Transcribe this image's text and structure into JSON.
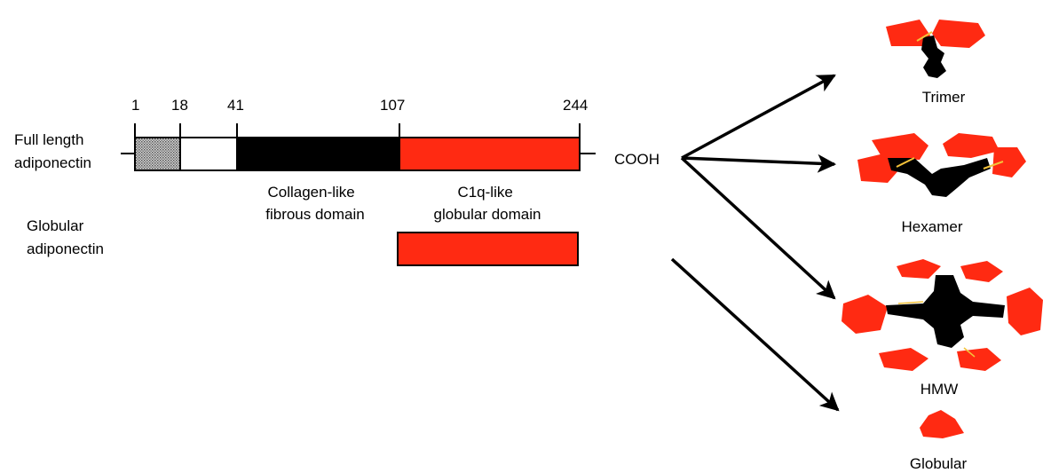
{
  "colors": {
    "red": "#ff2a12",
    "black": "#000000",
    "signal_fill": "#7a7a7a",
    "seam": "#f3c23a"
  },
  "labels": {
    "full_length": [
      "Full length",
      "adiponectin"
    ],
    "globular": [
      "Globular",
      "adiponectin"
    ],
    "collagen_domain": [
      "Collagen-like",
      "fibrous domain"
    ],
    "c1q_domain": [
      "C1q-like",
      "globular domain"
    ],
    "cooh": "COOH"
  },
  "positions": [
    {
      "value": "1"
    },
    {
      "value": "18"
    },
    {
      "value": "41"
    },
    {
      "value": "107"
    },
    {
      "value": "244"
    }
  ],
  "oligomers": [
    {
      "name": "Trimer",
      "icon": "trimer-icon"
    },
    {
      "name": "Hexamer",
      "icon": "hexamer-icon"
    },
    {
      "name": "HMW",
      "icon": "hmw-icon"
    },
    {
      "name": "Globular",
      "icon": "globular-icon"
    }
  ]
}
